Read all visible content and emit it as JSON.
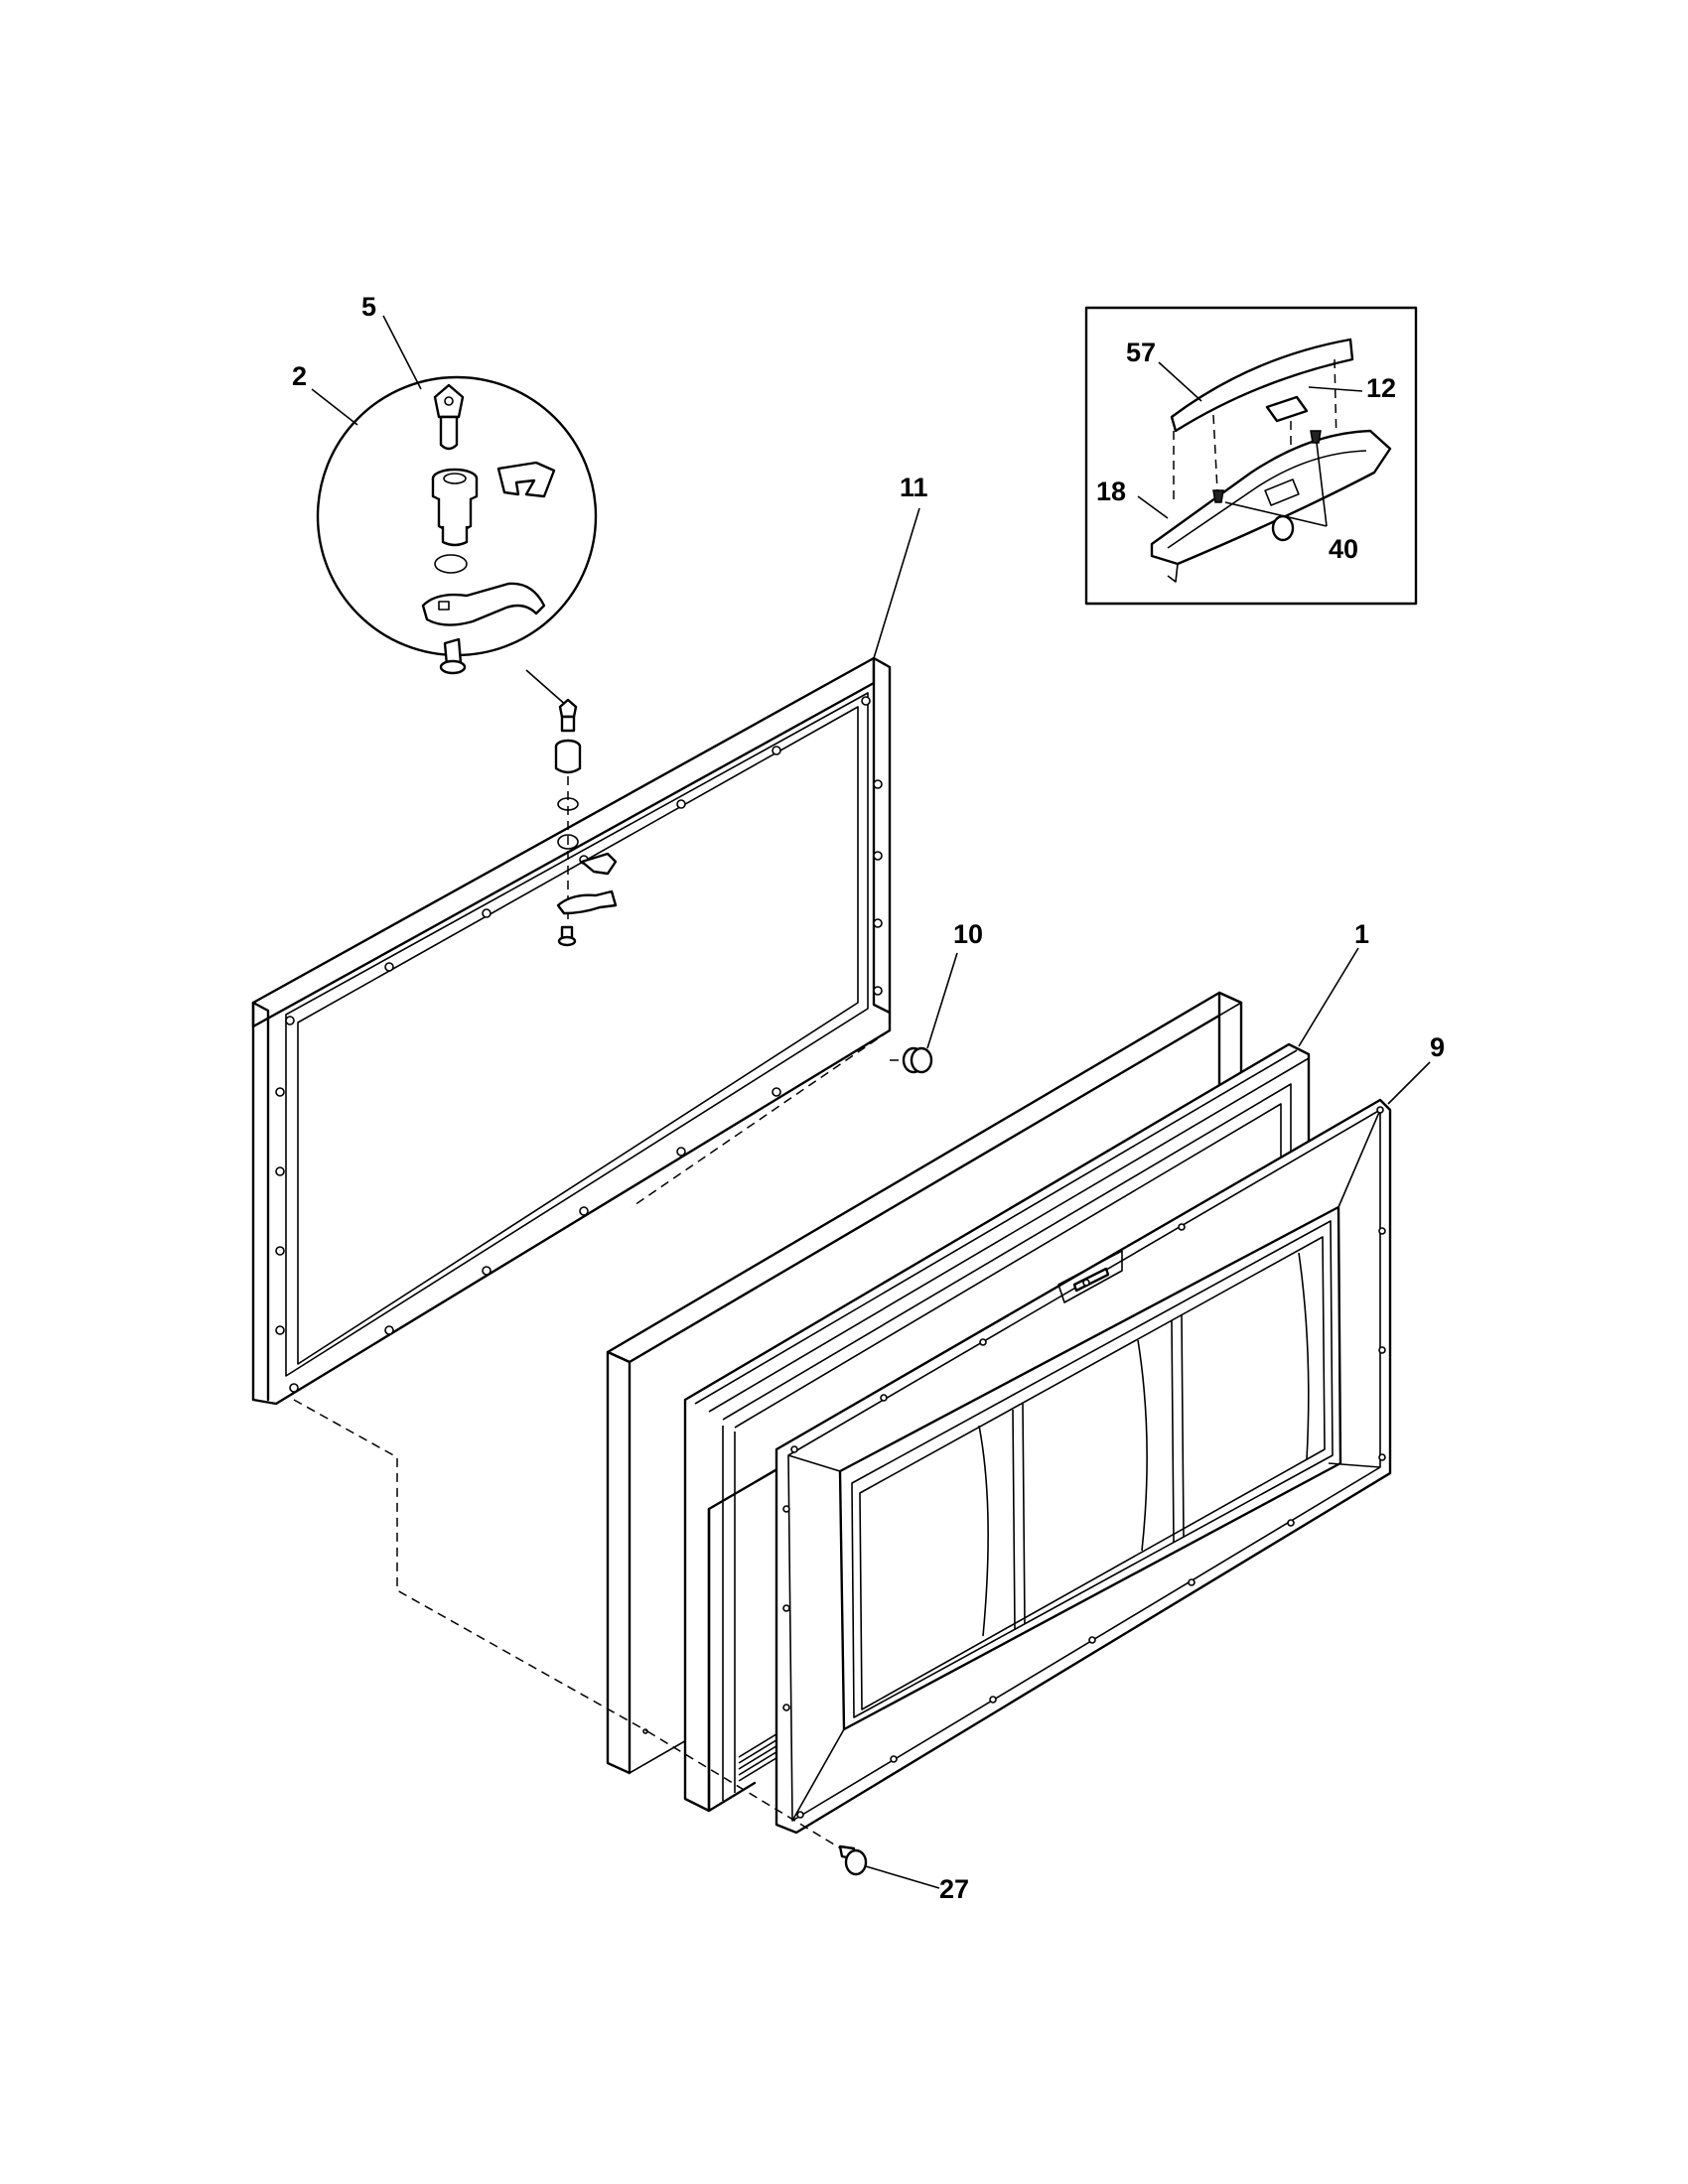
{
  "callouts": {
    "c5": "5",
    "c2": "2",
    "c11": "11",
    "c10": "10",
    "c1": "1",
    "c9": "9",
    "c27": "27",
    "c57": "57",
    "c12": "12",
    "c18": "18",
    "c40": "40"
  }
}
